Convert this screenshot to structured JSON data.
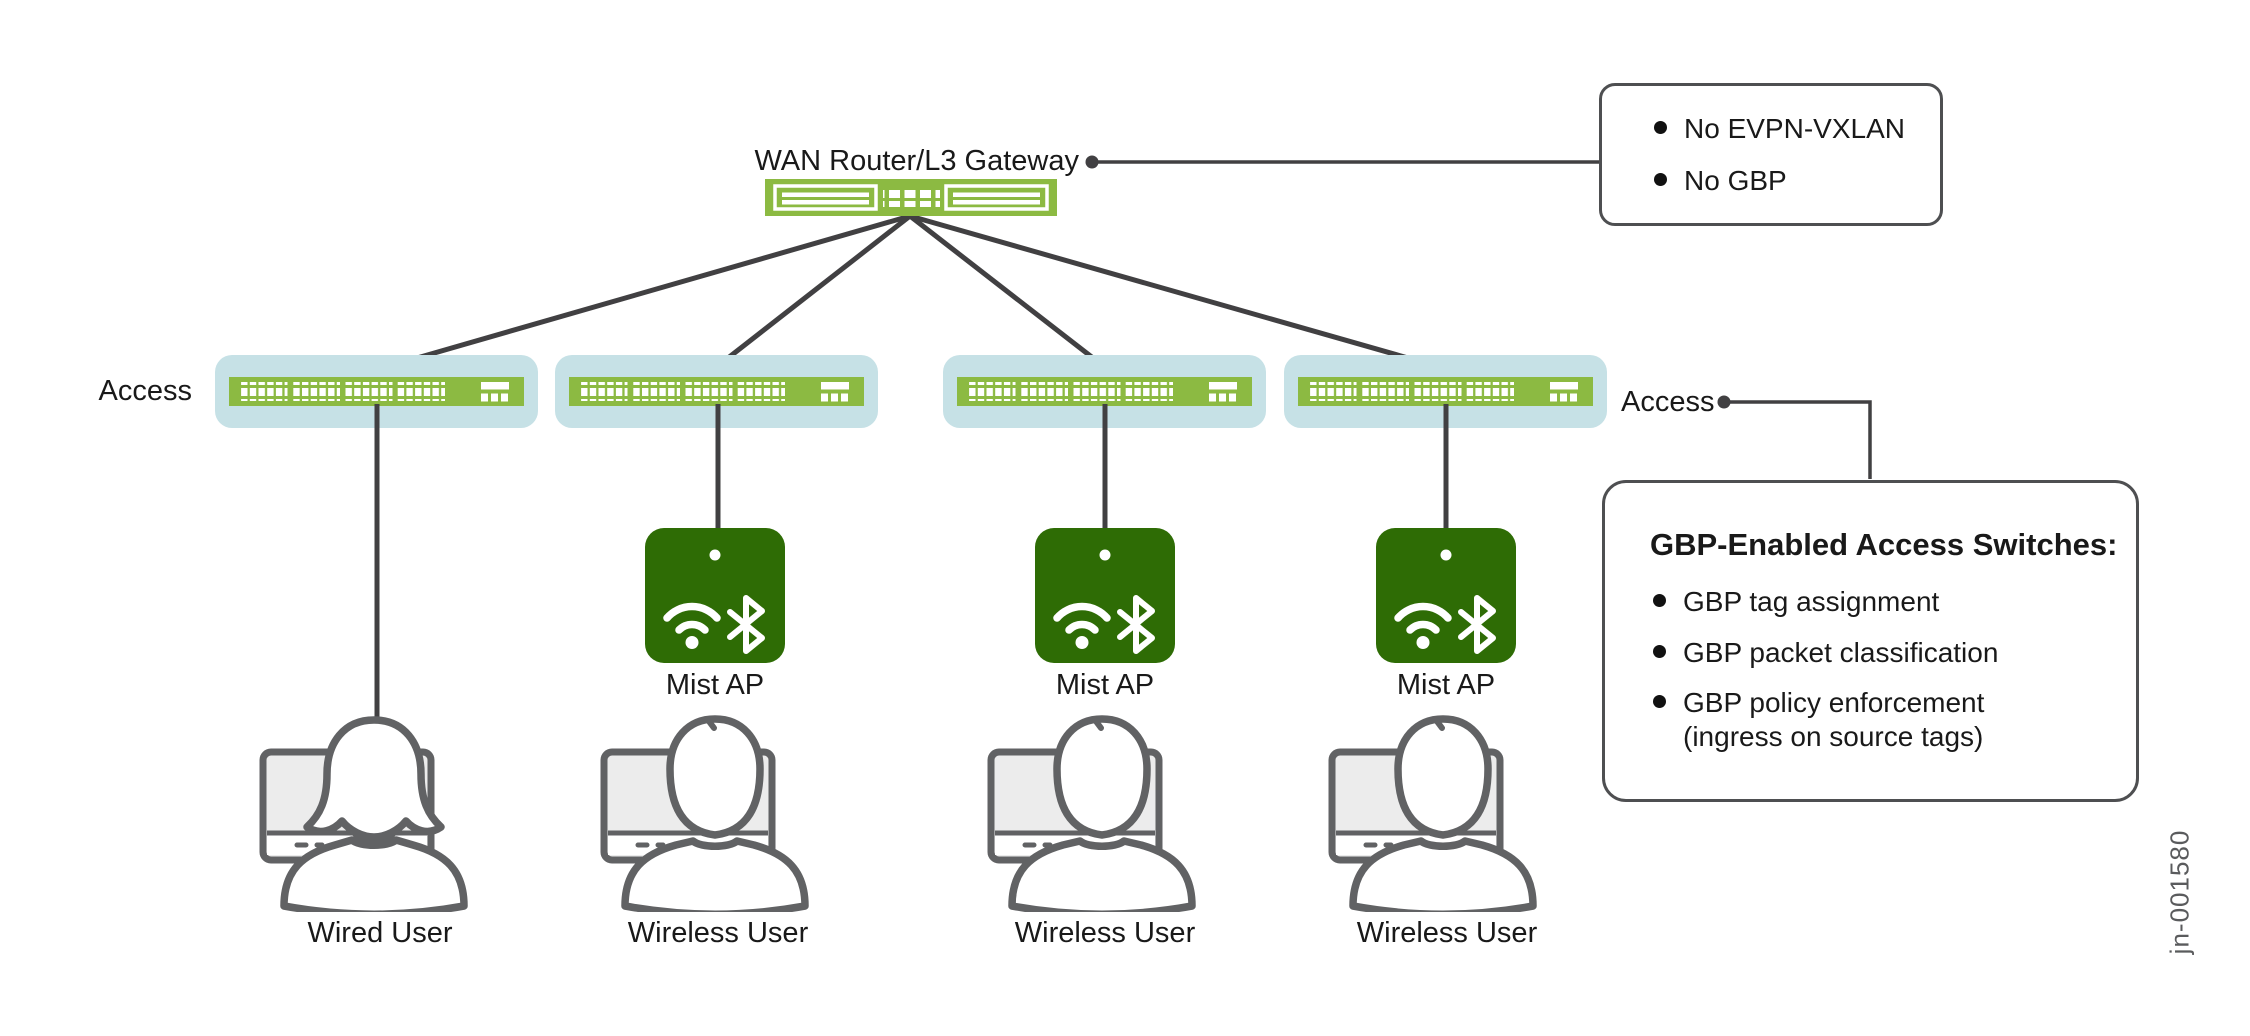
{
  "colors": {
    "switch_green": "#8cba42",
    "ap_green": "#2e6c05",
    "panel_blue": "#c6e1e6",
    "wire_gray": "#414042",
    "outline_gray": "#616264",
    "text_dark": "#191919"
  },
  "wan": {
    "label": "WAN Router/L3 Gateway"
  },
  "access": {
    "left_label": "Access",
    "right_label": "Access"
  },
  "callout_top": {
    "items": [
      {
        "text": "No EVPN-VXLAN"
      },
      {
        "text": "No GBP"
      }
    ]
  },
  "callout_gbp": {
    "title": "GBP-Enabled Access Switches:",
    "items": [
      {
        "text": "GBP tag assignment"
      },
      {
        "text": "GBP packet classification"
      },
      {
        "text": "GBP policy enforcement",
        "text2": "(ingress on source tags)"
      }
    ]
  },
  "aps": [
    {
      "label": "Mist AP"
    },
    {
      "label": "Mist AP"
    },
    {
      "label": "Mist AP"
    }
  ],
  "users": [
    {
      "label": "Wired User"
    },
    {
      "label": "Wireless User"
    },
    {
      "label": "Wireless User"
    },
    {
      "label": "Wireless User"
    }
  ],
  "figure_id": "jn-001580"
}
